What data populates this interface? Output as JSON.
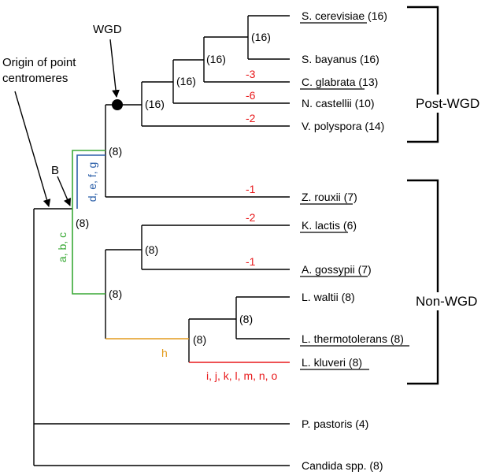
{
  "taxa": [
    {
      "id": "scer",
      "label": "S. cerevisiae (16)",
      "underline": true
    },
    {
      "id": "sbay",
      "label": "S. bayanus (16)",
      "underline": false
    },
    {
      "id": "cgla",
      "label": "C. glabrata (13)",
      "underline": true
    },
    {
      "id": "ncas",
      "label": "N. castellii (10)",
      "underline": false
    },
    {
      "id": "vpol",
      "label": "V. polyspora (14)",
      "underline": false
    },
    {
      "id": "zrou",
      "label": "Z. rouxii (7)",
      "underline": true
    },
    {
      "id": "klac",
      "label": "K. lactis (6)",
      "underline": true
    },
    {
      "id": "agos",
      "label": "A. gossypii (7)",
      "underline": true
    },
    {
      "id": "lwal",
      "label": "L. waltii (8)",
      "underline": false
    },
    {
      "id": "lthe",
      "label": "L. thermotolerans (8)",
      "underline": true
    },
    {
      "id": "lklu",
      "label": "L. kluveri (8)",
      "underline": true
    },
    {
      "id": "ppas",
      "label": "P. pastoris (4)",
      "underline": false
    },
    {
      "id": "cand",
      "label": "Candida spp. (8)",
      "underline": false
    }
  ],
  "node_counts": {
    "n_scer_sbay": "(16)",
    "n_cgla": "(16)",
    "n_ncas": "(16)",
    "n_wgd": "(16)",
    "n_post_z": "(8)",
    "n_base": "(8)",
    "n_klac_agos": "(8)",
    "n_nonwgd_mid": "(8)",
    "n_lach": "(8)",
    "n_lwal_lthe": "(8)"
  },
  "branch_changes": {
    "cgla": "-3",
    "ncas": "-6",
    "vpol": "-2",
    "zrou": "-1",
    "klac": "-2",
    "agos": "-1"
  },
  "event_labels": {
    "green": "a, b, c",
    "blue": "d, e, f, g",
    "orange": "h",
    "red": "i, j, k, l, m, n, o"
  },
  "annotations": {
    "wgd": "WGD",
    "origin": [
      "Origin of point",
      "centromeres"
    ],
    "b": "B"
  },
  "groups": {
    "post_wgd": "Post-WGD",
    "non_wgd": "Non-WGD"
  },
  "colors": {
    "tree": "#000000",
    "loss": "#e8191b",
    "green_branch": "#39a935",
    "blue_branch": "#2b5fa8",
    "orange_branch": "#e39b1e",
    "red_branch": "#e8191b"
  }
}
